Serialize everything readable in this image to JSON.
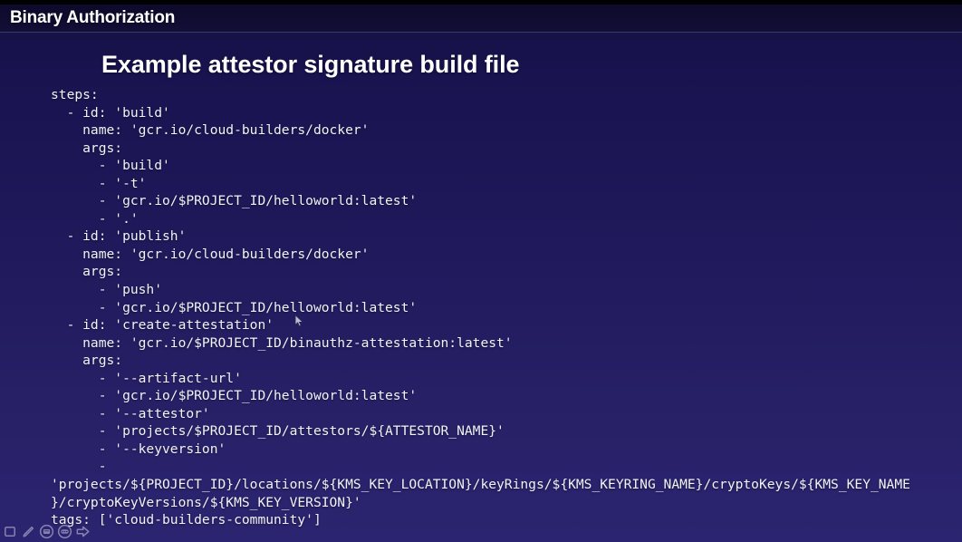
{
  "header": {
    "title": "Binary Authorization"
  },
  "slide": {
    "heading": "Example attestor signature build file",
    "code_lines": [
      "steps:",
      "  - id: 'build'",
      "    name: 'gcr.io/cloud-builders/docker'",
      "    args:",
      "      - 'build'",
      "      - '-t'",
      "      - 'gcr.io/$PROJECT_ID/helloworld:latest'",
      "      - '.'",
      "  - id: 'publish'",
      "    name: 'gcr.io/cloud-builders/docker'",
      "    args:",
      "      - 'push'",
      "      - 'gcr.io/$PROJECT_ID/helloworld:latest'",
      "  - id: 'create-attestation'",
      "    name: 'gcr.io/$PROJECT_ID/binauthz-attestation:latest'",
      "    args:",
      "      - '--artifact-url'",
      "      - 'gcr.io/$PROJECT_ID/helloworld:latest'",
      "      - '--attestor'",
      "      - 'projects/$PROJECT_ID/attestors/${ATTESTOR_NAME}'",
      "      - '--keyversion'",
      "      -",
      "'projects/${PROJECT_ID}/locations/${KMS_KEY_LOCATION}/keyRings/${KMS_KEYRING_NAME}/cryptoKeys/${KMS_KEY_NAME",
      "}/cryptoKeyVersions/${KMS_KEY_VERSION}'",
      "tags: ['cloud-builders-community']"
    ]
  },
  "presenter_toolbar": {
    "items": [
      {
        "icon": "pointer-icon",
        "label": "Pointer"
      },
      {
        "icon": "pen-icon",
        "label": "Pen"
      },
      {
        "icon": "screen-icon",
        "label": "Screen options"
      },
      {
        "icon": "more-options-icon",
        "label": "More options"
      },
      {
        "icon": "next-slide-arrow-icon",
        "label": "Next slide"
      }
    ]
  },
  "colors": {
    "background_top": "#14103f",
    "background_bottom": "#2b2470",
    "header_bar": "#0d0a2c",
    "text": "#ffffff",
    "letterbox": "#000000"
  }
}
